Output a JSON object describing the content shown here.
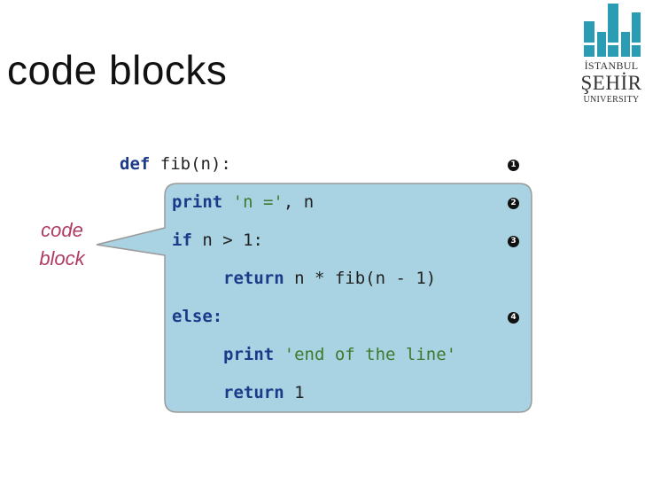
{
  "slide": {
    "title": "code blocks"
  },
  "logo": {
    "line1": "İSTANBUL",
    "line2": "ŞEHİR",
    "line3": "UNIVERSITY",
    "color": "#2a9cb4"
  },
  "callout": {
    "line1": "code",
    "line2": "block",
    "text_color": "#b03a62",
    "box_fill": "#a9d3e2",
    "box_stroke": "#9a9a9a"
  },
  "code": {
    "line1": {
      "kw": "def",
      "rest": " fib(n):",
      "marker": "1"
    },
    "line2": {
      "kw": "print",
      "sp": " ",
      "str": "'n ='",
      "rest": ", n",
      "marker": "2"
    },
    "line3": {
      "kw": "if",
      "rest": " n > 1:",
      "marker": "3"
    },
    "line4": {
      "kw": "return",
      "rest": " n * fib(n - 1)"
    },
    "line5": {
      "kw": "else:",
      "marker": "4"
    },
    "line6": {
      "kw": "print",
      "sp": " ",
      "str": "'end of the line'"
    },
    "line7": {
      "kw": "return",
      "rest": " 1"
    },
    "keyword_color": "#1c3a8a",
    "string_color": "#3d7a2e"
  }
}
